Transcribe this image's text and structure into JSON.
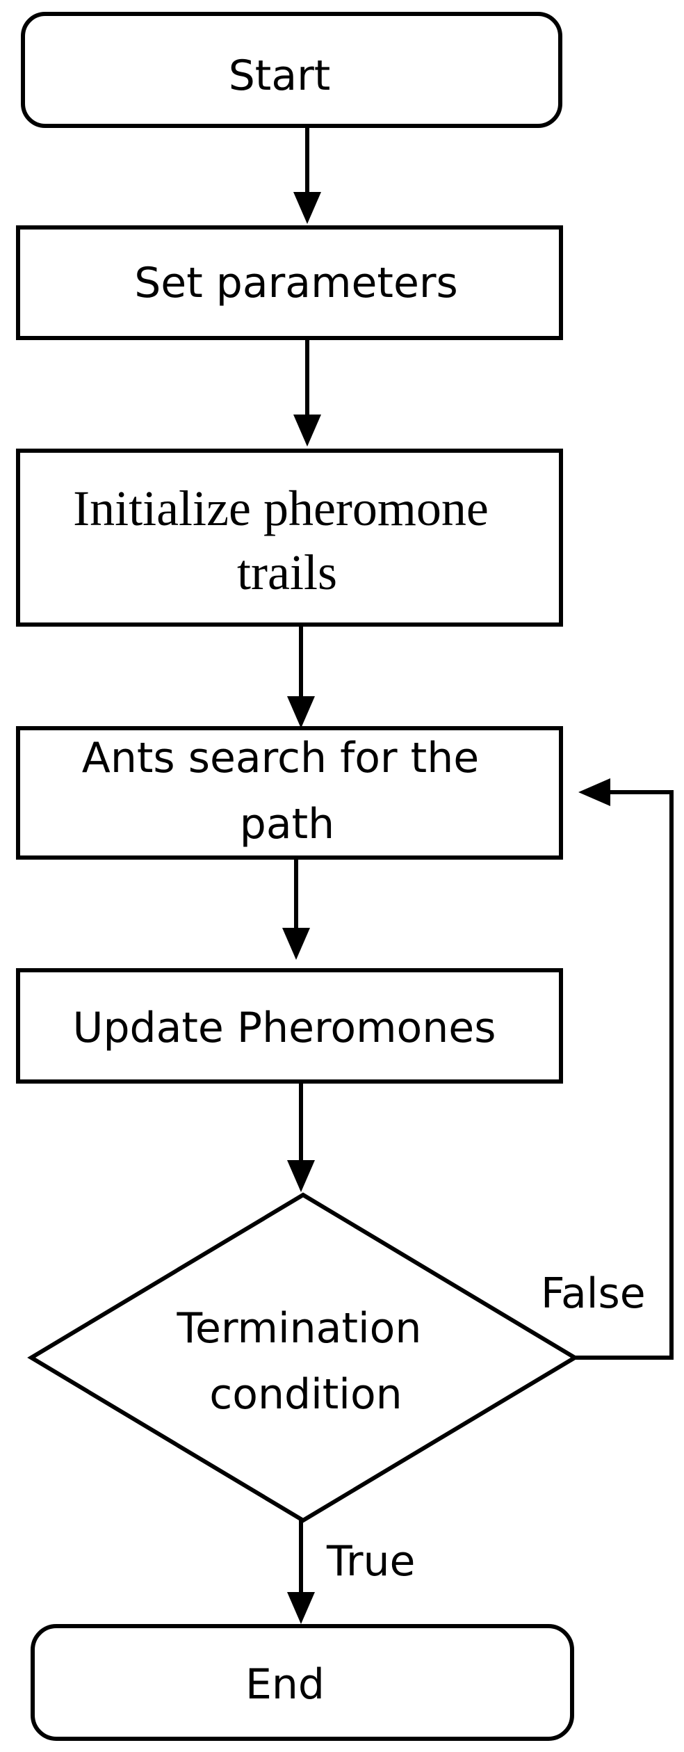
{
  "nodes": {
    "start": "Start",
    "set_parameters": "Set parameters",
    "init_pheromone": [
      "Initialize pheromone",
      "trails"
    ],
    "ants_search": [
      "Ants search for the",
      "path"
    ],
    "update_pheromones": "Update Pheromones",
    "termination": [
      "Termination",
      "condition"
    ],
    "end": "End"
  },
  "edges": {
    "false_label": "False",
    "true_label": "True"
  }
}
